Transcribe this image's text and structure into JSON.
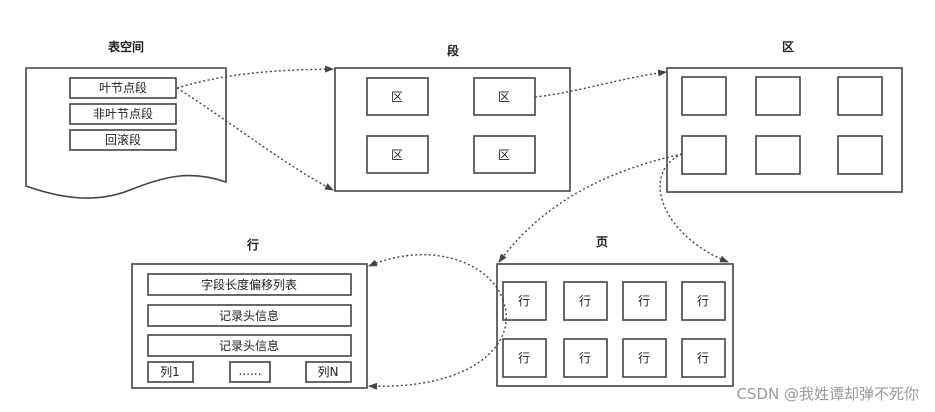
{
  "tablespace": {
    "title": "表空间",
    "segments": [
      "叶节点段",
      "非叶节点段",
      "回滚段"
    ]
  },
  "segment": {
    "title": "段",
    "extents": [
      "区",
      "区",
      "区",
      "区"
    ]
  },
  "extent": {
    "title": "区"
  },
  "page": {
    "title": "页",
    "rows": [
      "行",
      "行",
      "行",
      "行",
      "行",
      "行",
      "行",
      "行"
    ]
  },
  "row": {
    "title": "行",
    "fields": [
      "字段长度偏移列表",
      "记录头信息",
      "记录头信息"
    ],
    "columns": [
      "列1",
      "......",
      "列N"
    ]
  },
  "watermark": "CSDN @我姓谭却弹不死你",
  "colors": {
    "line": "#444444",
    "background": "#ffffff",
    "watermark": "#9a9a9a"
  }
}
